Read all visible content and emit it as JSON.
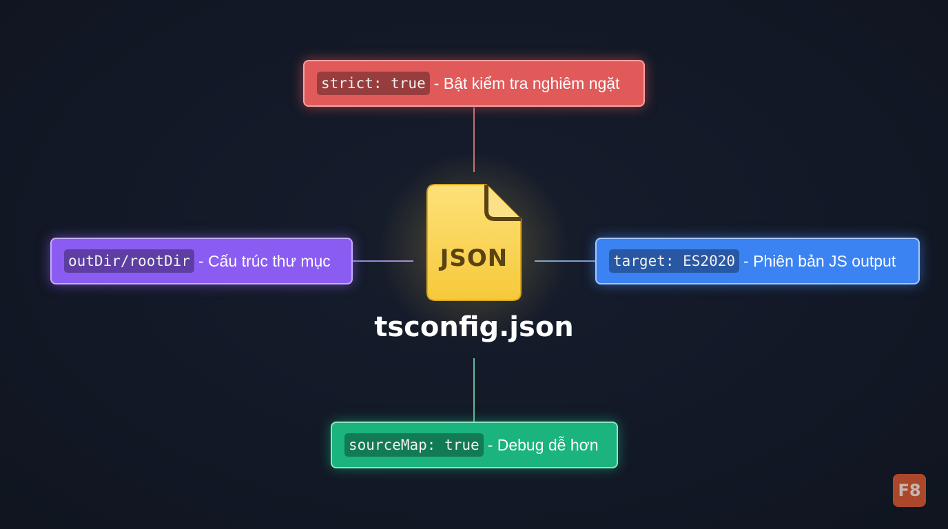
{
  "center": {
    "file_icon_label": "JSON",
    "file_name": "tsconfig.json"
  },
  "nodes": {
    "top": {
      "code": "strict: true",
      "description": "- Bật kiểm tra nghiêm ngặt",
      "color": "#e05a5a"
    },
    "left": {
      "code": "outDir/rootDir",
      "description": "- Cấu trúc thư mục",
      "color": "#8b5cf2"
    },
    "right": {
      "code": "target: ES2020",
      "description": "- Phiên bản JS output",
      "color": "#3b82f2"
    },
    "bottom": {
      "code": "sourceMap: true",
      "description": "- Debug dễ hơn",
      "color": "#1bb47e"
    }
  },
  "logo": {
    "text": "F8",
    "color": "#d2552f"
  },
  "icons": {
    "center": "json-file-icon"
  },
  "colors": {
    "background": "#121826",
    "file": "#fbd04a"
  }
}
